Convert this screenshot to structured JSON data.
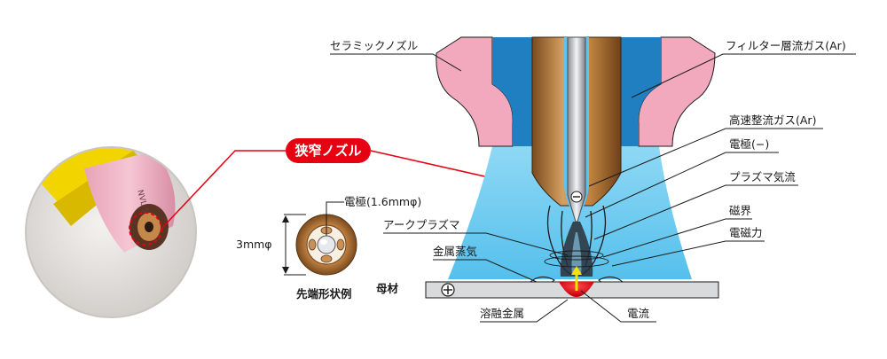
{
  "labels": {
    "ceramic_nozzle": "セラミックノズル",
    "filter_laminar_gas": "フィルター層流ガス(Ar)",
    "high_speed_gas": "高速整流ガス(Ar)",
    "electrode_neg": "電極(−)",
    "plasma_flow": "プラズマ気流",
    "magnetic_field": "磁界",
    "em_force": "電磁力",
    "arc_plasma": "アークプラズマ",
    "metal_vapor": "金属蒸気",
    "base_metal": "母材",
    "molten_metal": "溶融金属",
    "current": "電流",
    "narrow_nozzle": "狭窄ノズル",
    "electrode_size": "電極(1.6mmφ)",
    "dimension_3mm": "3mmφ",
    "tip_shape_example": "先端形状例",
    "nozzle_print": "NVL-5"
  },
  "symbols": {
    "minus": "⊖",
    "plus": "⊕"
  },
  "colors": {
    "red_accent": "#e60012",
    "ceramic_pink": "#f2a9be",
    "gas_blue": "#5cc4ee",
    "nozzle_blue": "#1f7fc0",
    "copper": "#b97a3a",
    "base_plate": "#d9dadb"
  }
}
